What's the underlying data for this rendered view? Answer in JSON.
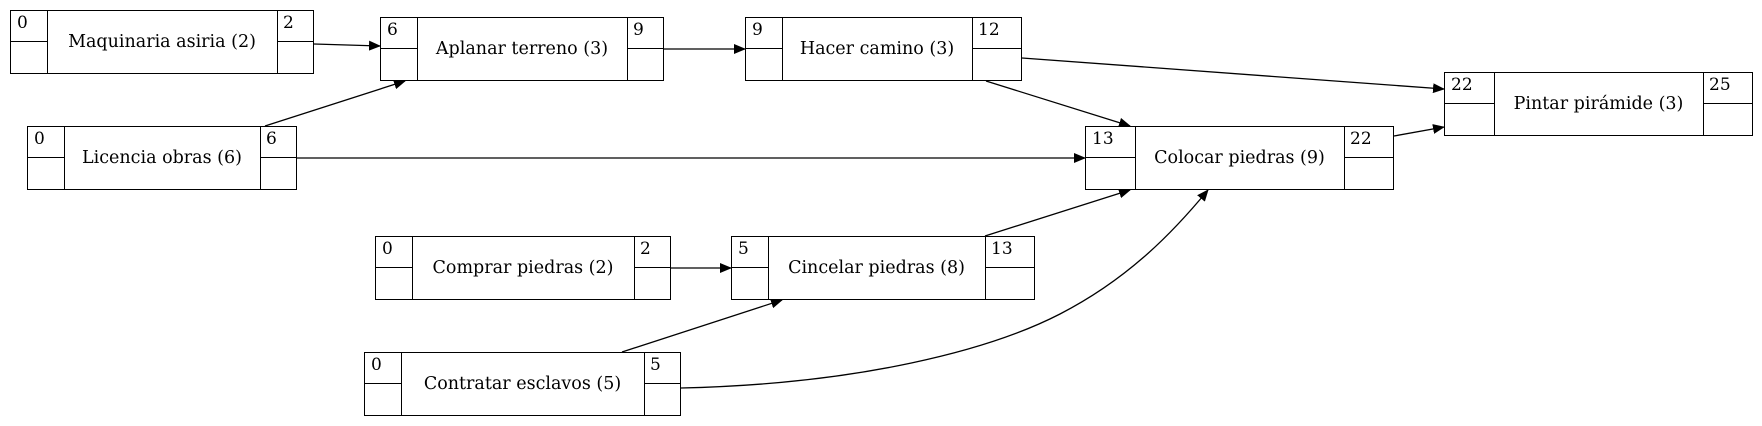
{
  "diagram": {
    "nodes": [
      {
        "id": "maquinaria",
        "name": "Maquinaria asiria (2)",
        "es": "0",
        "ef": "2"
      },
      {
        "id": "licencia",
        "name": "Licencia obras (6)",
        "es": "0",
        "ef": "6"
      },
      {
        "id": "aplanar",
        "name": "Aplanar terreno (3)",
        "es": "6",
        "ef": "9"
      },
      {
        "id": "camino",
        "name": "Hacer camino (3)",
        "es": "9",
        "ef": "12"
      },
      {
        "id": "comprar",
        "name": "Comprar piedras (2)",
        "es": "0",
        "ef": "2"
      },
      {
        "id": "cincelar",
        "name": "Cincelar piedras (8)",
        "es": "5",
        "ef": "13"
      },
      {
        "id": "contratar",
        "name": "Contratar esclavos (5)",
        "es": "0",
        "ef": "5"
      },
      {
        "id": "colocar",
        "name": "Colocar piedras (9)",
        "es": "13",
        "ef": "22"
      },
      {
        "id": "pintar",
        "name": "Pintar pirámide (3)",
        "es": "22",
        "ef": "25"
      }
    ],
    "edges": [
      {
        "from": "maquinaria",
        "to": "aplanar"
      },
      {
        "from": "licencia",
        "to": "aplanar"
      },
      {
        "from": "aplanar",
        "to": "camino"
      },
      {
        "from": "camino",
        "to": "pintar"
      },
      {
        "from": "camino",
        "to": "colocar"
      },
      {
        "from": "licencia",
        "to": "colocar"
      },
      {
        "from": "comprar",
        "to": "cincelar"
      },
      {
        "from": "cincelar",
        "to": "colocar"
      },
      {
        "from": "contratar",
        "to": "cincelar"
      },
      {
        "from": "contratar",
        "to": "colocar"
      },
      {
        "from": "colocar",
        "to": "pintar"
      }
    ]
  }
}
